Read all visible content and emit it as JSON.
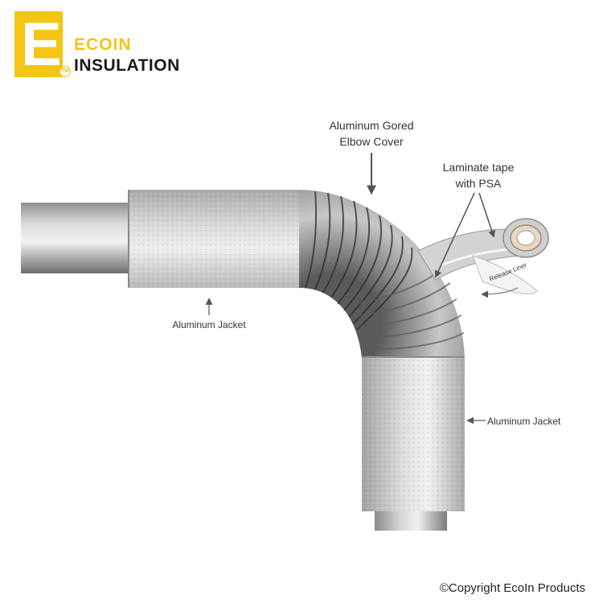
{
  "brand": {
    "letter": "E",
    "tm": "TM",
    "line1": "ECOIN",
    "line2": "INSULATION",
    "accent_color": "#f3c515"
  },
  "labels": {
    "elbow_cover_line1": "Aluminum Gored",
    "elbow_cover_line2": "Elbow Cover",
    "tape_line1": "Laminate tape",
    "tape_line2": "with PSA",
    "release_liner": "Release Liner",
    "jacket_left": "Aluminum Jacket",
    "jacket_right": "Aluminum Jacket"
  },
  "footer": {
    "copyright": "©Copyright EcoIn Products"
  }
}
